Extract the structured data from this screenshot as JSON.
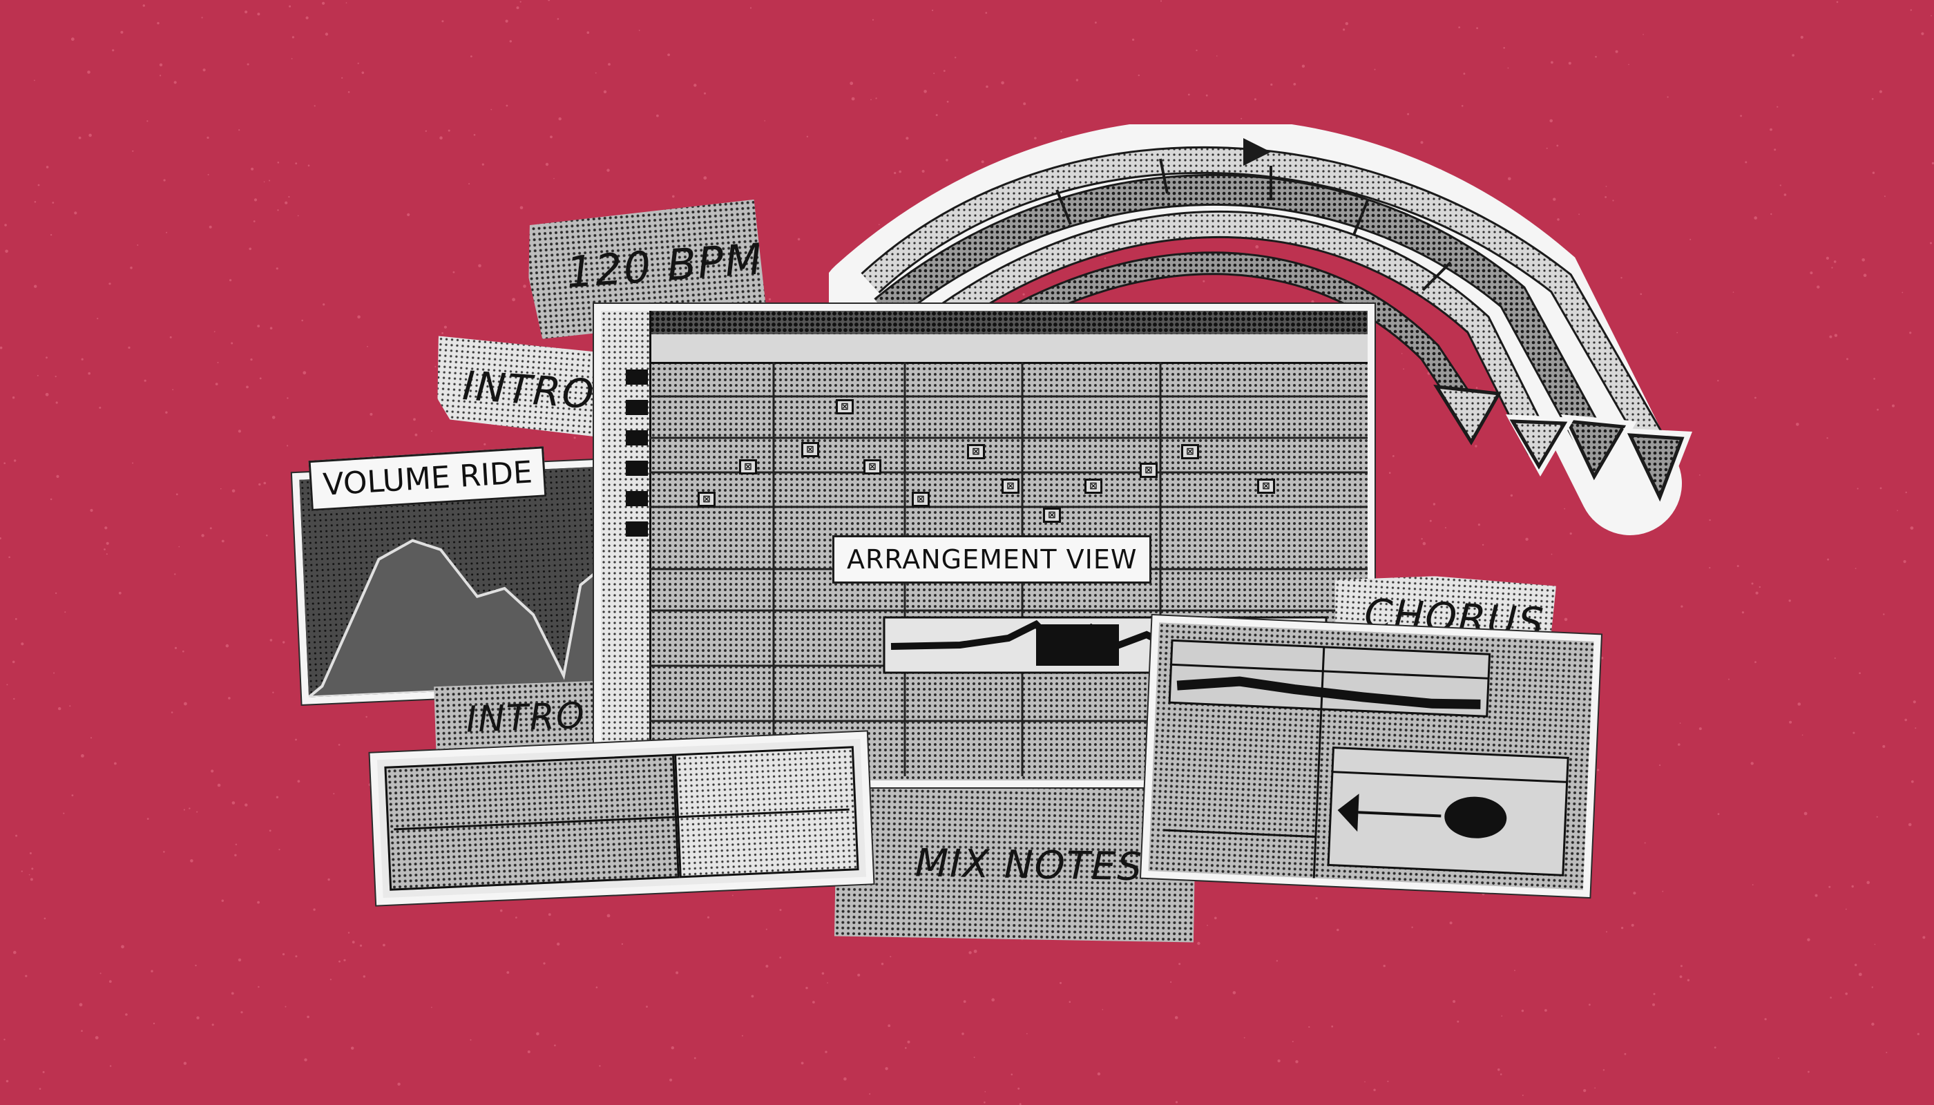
{
  "labels": {
    "bpm": "120 BPM",
    "intro_top": "INTRO",
    "volume_ride": "VOLUME RIDE",
    "intro_bottom": "INTRO",
    "arrangement_view": "ARRANGEMENT VIEW",
    "chorus": "CHORUS",
    "mix_notes": "MIX NOTES"
  },
  "colors": {
    "background": "#bd3250",
    "paper": "#bdbdbd",
    "ink": "#141414",
    "border": "#f5f5f5"
  },
  "icons": [
    "curved-arrows-icon",
    "waveform-icon",
    "midi-note-icon",
    "automation-curve-icon"
  ]
}
